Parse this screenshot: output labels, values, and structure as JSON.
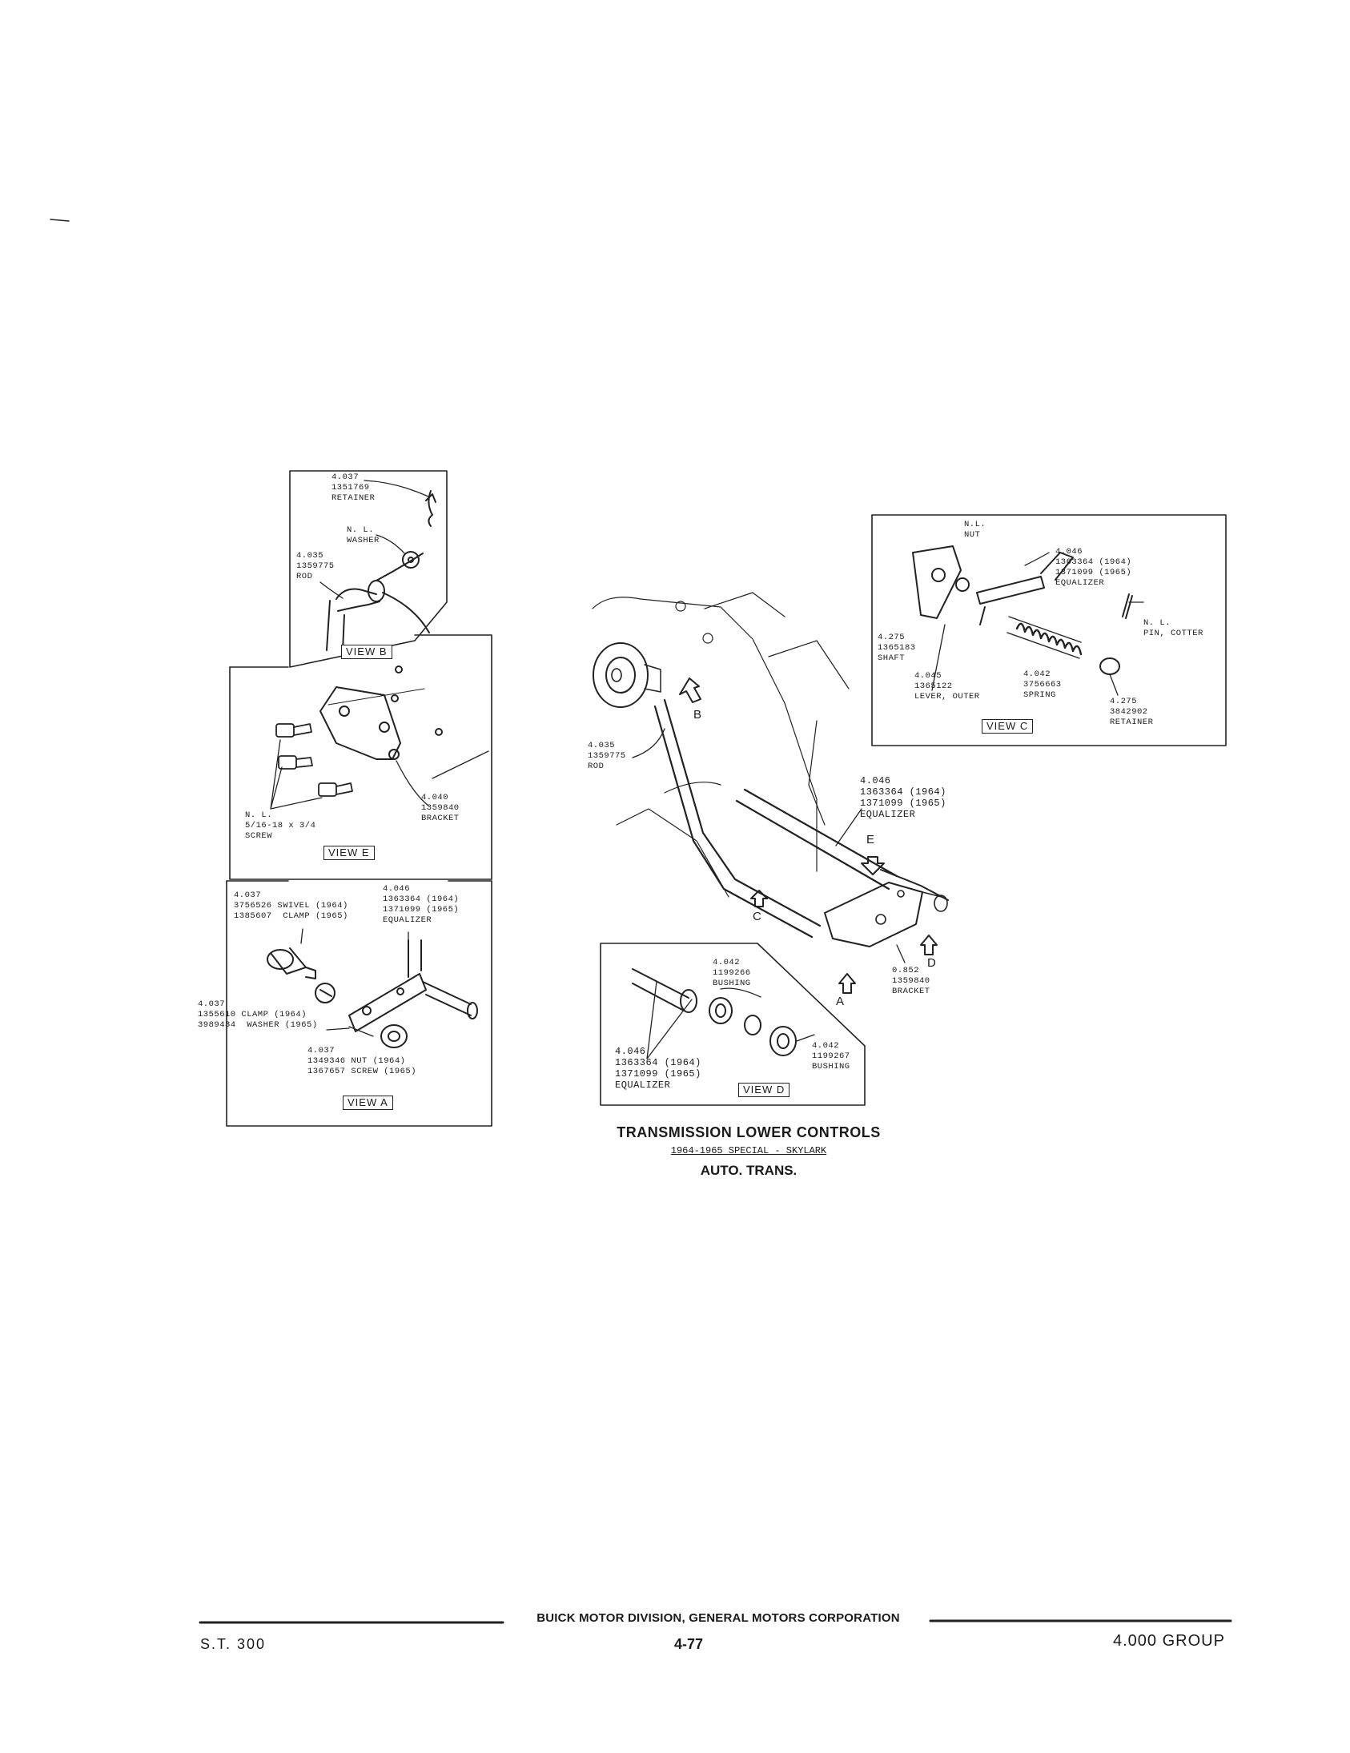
{
  "view_b": {
    "retainer": "4.037\n1351769\nRETAINER",
    "washer": "N. L.\nWASHER",
    "rod": "4.035\n1359775\nROD",
    "view_label": "VIEW B"
  },
  "view_e": {
    "screw": "N. L.\n5/16-18 x 3/4\nSCREW",
    "bracket": "4.040\n1359840\nBRACKET",
    "view_label": "VIEW E"
  },
  "view_a": {
    "swivel": "4.037\n3756526 SWIVEL (1964)\n1385607  CLAMP (1965)",
    "equalizer": "4.046\n1363364 (1964)\n1371099 (1965)\nEQUALIZER",
    "clamp": "4.037\n1355610 CLAMP (1964)\n3989434  WASHER (1965)",
    "nut": "4.037\n1349346 NUT (1964)\n1367657 SCREW (1965)",
    "view_label": "VIEW A"
  },
  "view_c": {
    "nut": "N.L.\nNUT",
    "equalizer": "4.046\n1363364 (1964)\n1371099 (1965)\nEQUALIZER",
    "pin": "N. L.\nPIN, COTTER",
    "shaft": "4.275\n1365183\nSHAFT",
    "lever": "4.045\n1365122\nLEVER, OUTER",
    "spring": "4.042\n3756663\nSPRING",
    "retainer": "4.275\n3842902\nRETAINER",
    "view_label": "VIEW C"
  },
  "main": {
    "rod": "4.035\n1359775\nROD",
    "equalizer": "4.046\n1363364 (1964)\n1371099 (1965)\nEQUALIZER",
    "bracket": "0.852\n1359840\nBRACKET",
    "arrows": {
      "b": "B",
      "c": "C",
      "d": "D",
      "a": "A",
      "e": "E"
    }
  },
  "view_d": {
    "bushing1": "4.042\n1199266\nBUSHING",
    "bushing2": "4.042\n1199267\nBUSHING",
    "equalizer": "4.046\n1363364 (1964)\n1371099 (1965)\nEQUALIZER",
    "view_label": "VIEW D"
  },
  "caption": {
    "title": "TRANSMISSION LOWER CONTROLS",
    "subtitle": "1964-1965 SPECIAL - SKYLARK",
    "line3": "AUTO. TRANS."
  },
  "footer": {
    "company": "BUICK MOTOR DIVISION, GENERAL MOTORS CORPORATION",
    "left": "S.T. 300",
    "page": "4-77",
    "group": "4.000 GROUP"
  }
}
